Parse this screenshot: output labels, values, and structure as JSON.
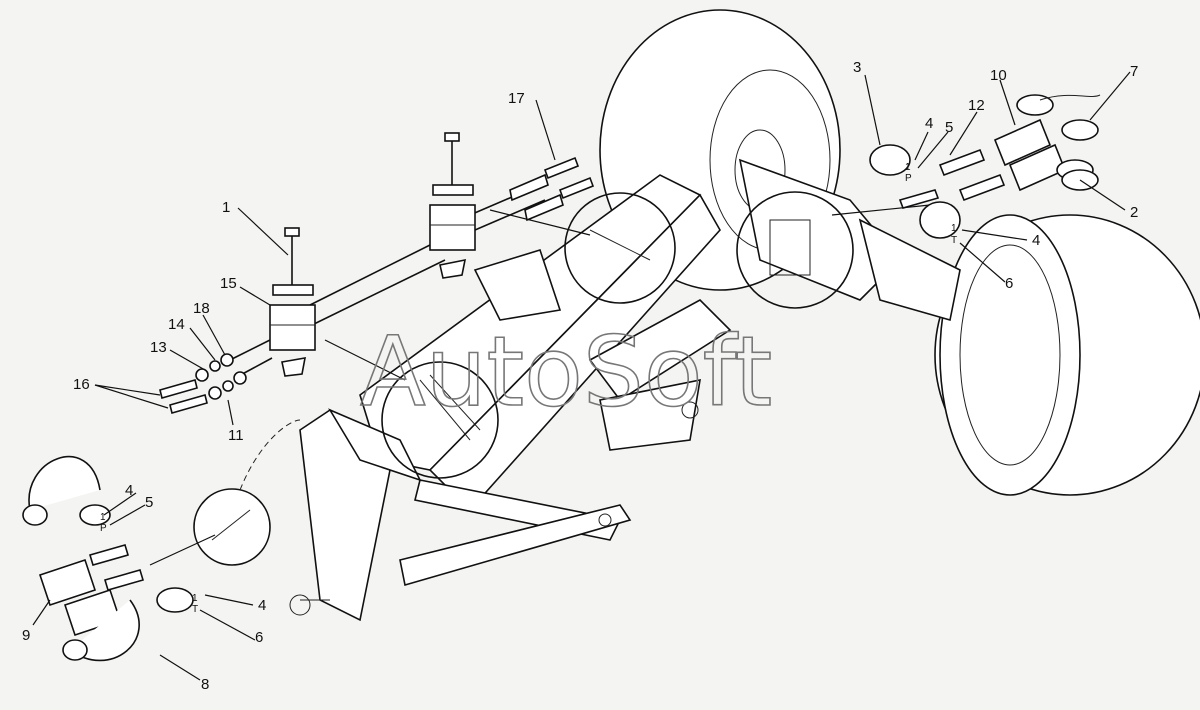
{
  "watermark": "AutoSoft",
  "callouts": [
    "1",
    "2",
    "3",
    "4",
    "5",
    "6",
    "7",
    "8",
    "9",
    "10",
    "11",
    "12",
    "13",
    "14",
    "15",
    "16",
    "17",
    "18"
  ],
  "port_tags": {
    "p1": "1",
    "pP": "P",
    "pT": "T"
  }
}
